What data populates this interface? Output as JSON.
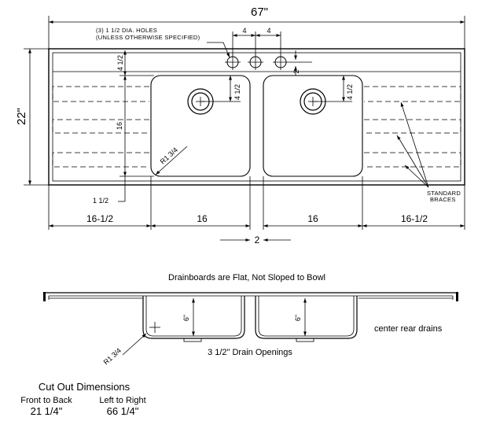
{
  "top_view": {
    "overall_width": "67\"",
    "depth": "22\"",
    "holes_note_line1": "(3) 1 1/2 DIA. HOLES",
    "holes_note_line2": "(UNLESS OTHERWISE SPECIFIED)",
    "hole_spacing_left": "4",
    "hole_spacing_right": "4",
    "hole_setback": "2",
    "rear_margin": "4 1/2",
    "bowl_depth": "16",
    "drain_offset_left": "4 1/2",
    "drain_offset_right": "4 1/2",
    "corner_radius": "R1 3/4",
    "front_margin": "1 1/2",
    "standard_braces_line1": "STANDARD",
    "standard_braces_line2": "BRACES",
    "widths": [
      "16-1/2",
      "16",
      "16",
      "16-1/2"
    ],
    "bowl_gap": "2"
  },
  "front_view": {
    "title": "Drainboards are Flat, Not Sloped to Bowl",
    "bowl_depth_left": "6\"",
    "bowl_depth_right": "6\"",
    "drain_note": "center rear drains",
    "corner_radius": "R1 3/4",
    "drain_openings": "3 1/2\" Drain Openings"
  },
  "cutout": {
    "title": "Cut Out Dimensions",
    "front_to_back_label": "Front to Back",
    "front_to_back_value": "21 1/4\"",
    "left_to_right_label": "Left to Right",
    "left_to_right_value": "66 1/4\""
  }
}
